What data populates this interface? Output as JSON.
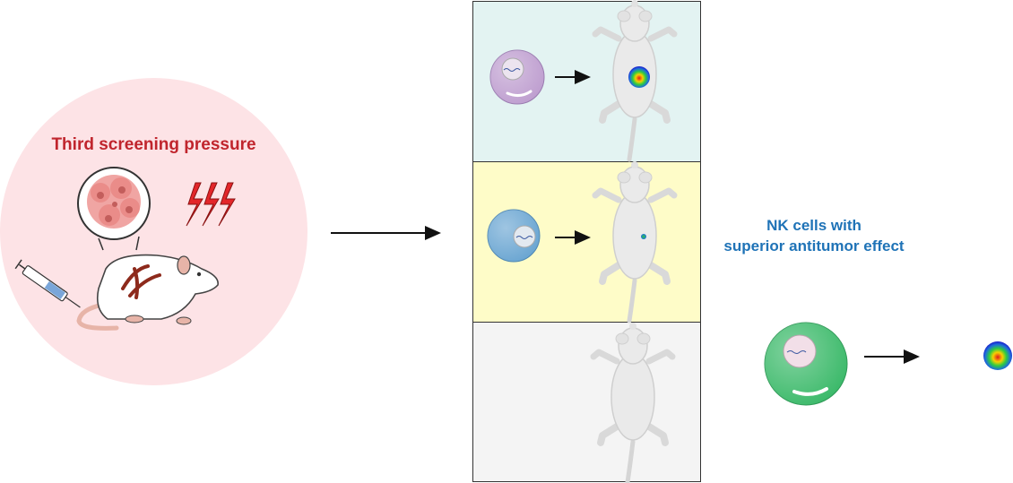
{
  "screening": {
    "title": "Third screening pressure"
  },
  "panels": [
    {
      "cell_color": "#bf9fd0",
      "signal": "large"
    },
    {
      "cell_color": "#6ba6d2",
      "signal": "small"
    },
    {
      "cell_color": "",
      "signal": "none"
    }
  ],
  "result": {
    "label_line1": "NK cells with",
    "label_line2": "superior antitumor effect",
    "cell_color": "#3dba6b"
  },
  "colors": {
    "title_red": "#c0252d",
    "label_blue": "#1f73b7",
    "circle_pink": "#fde3e6",
    "lightning_red": "#e3262a"
  }
}
